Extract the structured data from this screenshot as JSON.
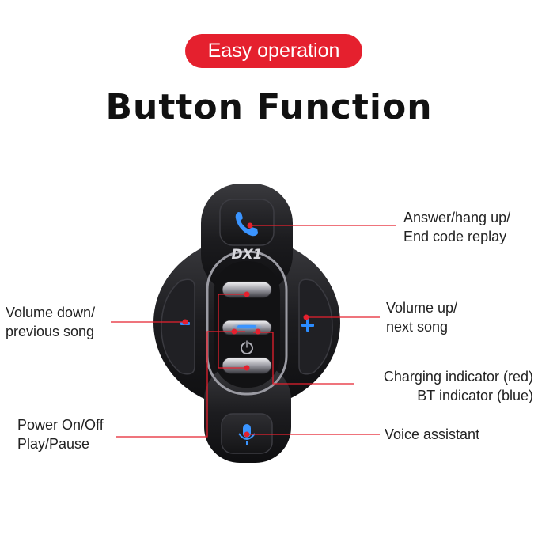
{
  "badge": "Easy operation",
  "title": "Button Function",
  "device": {
    "brand": "DX1",
    "icons": [
      "phone-icon",
      "minus-icon",
      "plus-icon",
      "power-icon",
      "microphone-icon"
    ],
    "colors": {
      "accent_blue": "#2b8cff",
      "callout_red": "#e5202e",
      "body": "#1a1a1c"
    }
  },
  "callouts": {
    "answer": {
      "line1": "Answer/hang up/",
      "line2": "End code replay"
    },
    "volume_down": {
      "line1": "Volume down/",
      "line2": "previous song"
    },
    "volume_up": {
      "line1": "Volume up/",
      "line2": "next song"
    },
    "charging": {
      "line1": "Charging indicator (red)",
      "line2": "BT indicator (blue)"
    },
    "power": {
      "line1": "Power On/Off",
      "line2": "Play/Pause"
    },
    "voice": {
      "line1": "Voice assistant"
    }
  }
}
